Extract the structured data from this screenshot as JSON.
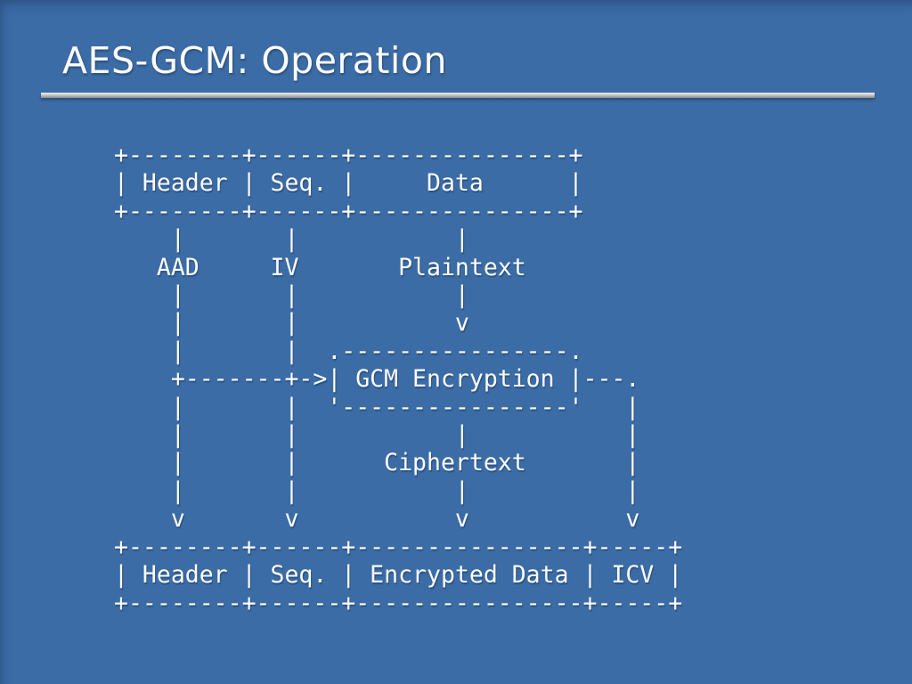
{
  "title": "AES-GCM: Operation",
  "colors": {
    "background": "#3C6CA6",
    "edge_shade": "#2A5183",
    "text": "#FCFCFC",
    "rule_light": "#F2F2F2",
    "rule_mid": "#BDBDBD",
    "rule_dark": "#8A8A8A"
  },
  "diagram": {
    "lines": [
      "+--------+------+---------------+",
      "| Header | Seq. |     Data      |",
      "+--------+------+---------------+",
      "    |       |           |",
      "   AAD     IV       Plaintext",
      "    |       |           |",
      "    |       |           v",
      "    |       |  .----------------.",
      "    +-------+->| GCM Encryption |---.",
      "    |       |  '----------------'   |",
      "    |       |           |           |",
      "    |       |      Ciphertext       |",
      "    |       |           |           |",
      "    v       v           v           v",
      "+--------+------+----------------+-----+",
      "| Header | Seq. | Encrypted Data | ICV |",
      "+--------+------+----------------+-----+"
    ],
    "semantics": {
      "input_packet_fields": [
        "Header",
        "Seq.",
        "Data"
      ],
      "gcm_input_labels": [
        "AAD",
        "IV",
        "Plaintext"
      ],
      "process": "GCM Encryption",
      "process_output": "Ciphertext",
      "output_packet_fields": [
        "Header",
        "Seq.",
        "Encrypted Data",
        "ICV"
      ]
    }
  }
}
